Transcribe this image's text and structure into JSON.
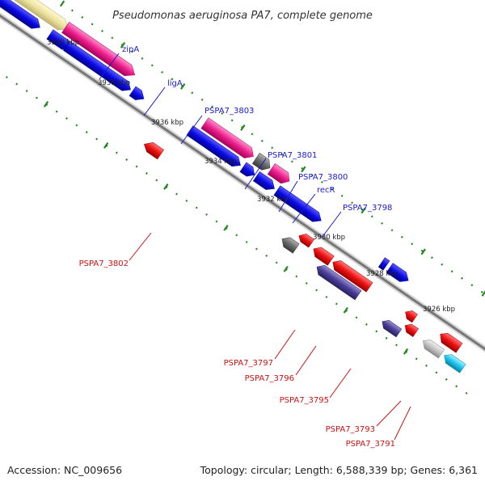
{
  "title": "Pseudomonas aeruginosa PA7, complete genome",
  "footer": {
    "accession": "Accession: NC_009656",
    "summary": "Topology: circular; Length: 6,588,339 bp; Genes: 6,361"
  },
  "ruler_labels": [
    "3940 kbp",
    "3938 kbp",
    "3936 kbp",
    "3934 kbp",
    "3932 kbp",
    "3930 kbp",
    "3928 kbp",
    "3926 kbp"
  ],
  "forward_gene_labels": [
    "zipA",
    "ligA",
    "PSPA7_3803",
    "PSPA7_3801",
    "PSPA7_3800",
    "recR",
    "PSPA7_3798"
  ],
  "reverse_gene_labels": [
    "PSPA7_3802",
    "PSPA7_3797",
    "PSPA7_3796",
    "PSPA7_3795",
    "PSPA7_3793",
    "PSPA7_3791"
  ],
  "colors": {
    "forward_label": "#1a1acc",
    "reverse_label": "#cc1111",
    "cds_blue": "#0a0ae6",
    "gene_pink": "#ee1f8c",
    "gene_khaki": "#efe3a0",
    "gene_red": "#ee1111",
    "gene_purple": "#4a3f96",
    "gene_gray": "#6a6a6a",
    "gene_lightgray": "#c4c4c4",
    "gene_cyan": "#1cc6ee",
    "backbone": "#888888",
    "ticks": "#228822"
  }
}
